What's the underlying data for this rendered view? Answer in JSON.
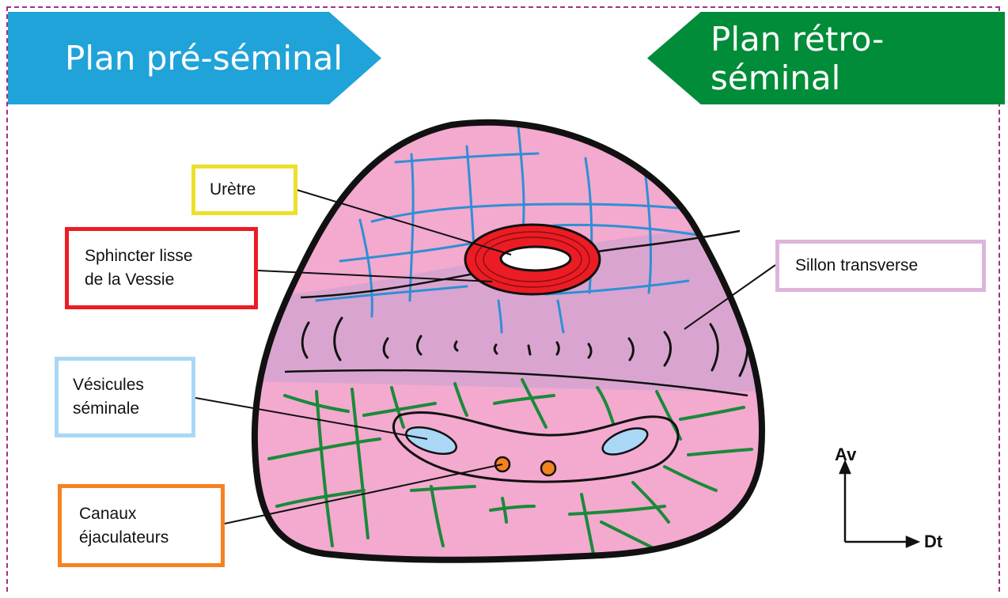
{
  "banners": {
    "left": "Plan pré-séminal",
    "right": "Plan rétro-séminal"
  },
  "labels": {
    "uretre": "Urètre",
    "sphincter_line1": "Sphincter lisse",
    "sphincter_line2": "de la Vessie",
    "vesicules_line1": "Vésicules",
    "vesicules_line2": "séminale",
    "canaux_line1": "Canaux",
    "canaux_line2": "éjaculateurs",
    "sillon": "Sillon transverse"
  },
  "axes": {
    "vertical": "Av",
    "horizontal": "Dt"
  },
  "colors": {
    "frame": "#a0318c",
    "banner_left": "#1fa3d9",
    "banner_right": "#008c39",
    "prostate_fill": "#f4a9cf",
    "sillon_band": "#d9a5d0",
    "sphincter": "#ec1c24",
    "vesicules": "#aad7f5",
    "canaux": "#f58220"
  }
}
